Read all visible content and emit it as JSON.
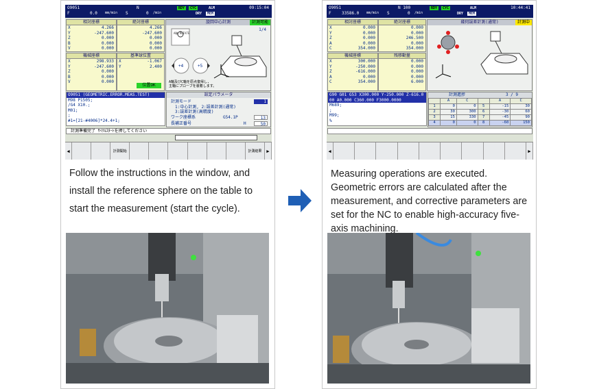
{
  "left": {
    "screen": {
      "program": "O9051",
      "mode": "N",
      "time": "09:15:04",
      "feed_label": "F",
      "feed_value": "0.0",
      "feed_unit": "mm/min",
      "s_label": "S",
      "s_value": "0",
      "s_unit": "/min",
      "badges": [
        "RDY",
        "CYC",
        "ALM",
        "DRY",
        "MEM"
      ],
      "relative_title": "相対座標",
      "absolute_title": "絶対座標",
      "axes": [
        "X",
        "Y",
        "Z",
        "B",
        "V"
      ],
      "relative": [
        "4.266",
        "-247.600",
        "0.000",
        "0.000",
        "0.000"
      ],
      "absolute": [
        "4.266",
        "-247.600",
        "0.000",
        "0.000",
        "0.000"
      ],
      "machine_title": "機械座標",
      "ref_title": "基準球位置",
      "machine": [
        "298.933",
        "-247.600",
        "0.000",
        "0.000",
        "0.000"
      ],
      "ref_axes": [
        "X",
        "Y"
      ],
      "ref": [
        "-1.067",
        "2.400"
      ],
      "ref_ok": "位置OK",
      "graphic_title": "旋回中心計測",
      "graphic_status": "計測可能",
      "graphic_page": "1/4",
      "graphic_btn_center": "A軸 ROTATE",
      "graphic_btn_left": "+4",
      "graphic_btn_right": "+5",
      "graphic_note1": "A軸及びC軸を原点復帰し,",
      "graphic_note2": "主軸にプローブを装着します。",
      "program_lines": [
        "O9051 (GEOMETRIC.ERROR.MEAS.TEST)",
        "M98 P1505;",
        "/G4 X10.;",
        "M01;",
        ";",
        "#1=[21-#4006]*24.4+1;"
      ],
      "settings_title": "設定パラメータ",
      "settings_mode_label": "計測モード",
      "settings_mode_value": "1",
      "settings_opt1": "1:中心計測, 2:誤差計測(通常)",
      "settings_opt2": "3:誤差計測(高精度)",
      "settings_work_label": "ワーク座標系",
      "settings_work_value": "G54.1P",
      "settings_work_num": "13",
      "settings_len_label": "長補正番号",
      "settings_len_h": "H",
      "settings_len_num": "50",
      "message": "計測準備完了 ｻｲｸﾙｽﾀｰﾄを押してください",
      "softkeys": [
        "",
        "",
        "計測開始",
        "",
        "",
        "",
        "",
        "",
        "",
        "計測結果"
      ]
    },
    "caption": "Follow the instructions in the window, and install the reference sphere on the table to start the measurement (start the cycle)."
  },
  "right": {
    "screen": {
      "program": "O9051",
      "mode": "N 100",
      "time": "10:44:41",
      "feed_label": "F",
      "feed_value": "33586.0",
      "feed_unit": "mm/min",
      "s_label": "S",
      "s_value": "0",
      "s_unit": "/min",
      "badges": [
        "RDY",
        "CYC",
        "ALM",
        "DRY",
        "MEM"
      ],
      "relative_title": "相対座標",
      "absolute_title": "絶対座標",
      "axes": [
        "X",
        "Y",
        "Z",
        "A",
        "C"
      ],
      "relative": [
        "0.000",
        "0.000",
        "0.000",
        "0.000",
        "354.000"
      ],
      "absolute": [
        "0.000",
        "0.000",
        "246.500",
        "0.000",
        "354.000"
      ],
      "machine_title": "機械座標",
      "remain_title": "残移動量",
      "machine": [
        "300.000",
        "-250.000",
        "-616.000",
        "0.000",
        "354.000"
      ],
      "remain": [
        "0.000",
        "0.000",
        "0.000",
        "0.000",
        "6.000"
      ],
      "graphic_title": "幾何誤差計測(通常)",
      "graphic_status": "計測中",
      "program_lines": [
        "G90 G01 G53 X300.000 Y-250.000 Z-616.0",
        "00 A0.000 C360.000 F3000.0000",
        "M689;",
        ";",
        "M99;",
        "%"
      ],
      "progress_title": "計測進捗",
      "progress_page": "3 / 9",
      "table_head": [
        "",
        "A",
        "C",
        "",
        "A",
        "C"
      ],
      "table_rows": [
        [
          "1",
          "0",
          "0",
          "5",
          "-15",
          "30"
        ],
        [
          "2",
          "30",
          "300",
          "6",
          "-30",
          "60"
        ],
        [
          "3",
          "15",
          "330",
          "7",
          "-45",
          "90"
        ],
        [
          "4",
          "0",
          "0",
          "8",
          "-60",
          "150"
        ]
      ],
      "softkeys": [
        "",
        "",
        "",
        "",
        "",
        "",
        "",
        "",
        "",
        "",
        ""
      ]
    },
    "caption": "Measuring operations are executed. Geometric errors are calculated after the measurement, and corrective parameters are set for the NC to enable high-accuracy five-axis machining."
  }
}
